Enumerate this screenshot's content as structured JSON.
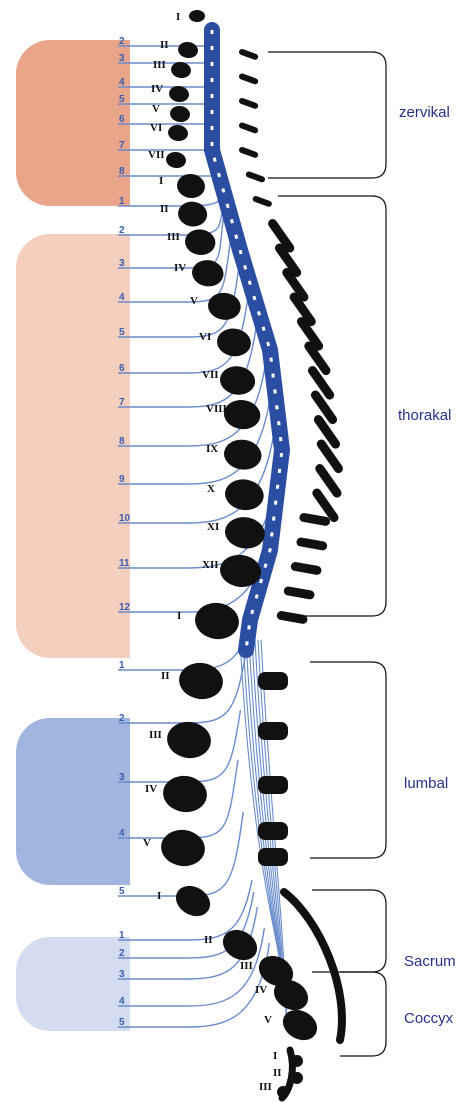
{
  "regions": {
    "cervical": "zervikal",
    "thoracic": "thorakal",
    "lumbar": "lumbal",
    "sacrum": "Sacrum",
    "coccyx": "Coccyx"
  },
  "nerves": {
    "cervical": [
      "2",
      "3",
      "4",
      "5",
      "6",
      "7",
      "8"
    ],
    "thoracic": [
      "1",
      "2",
      "3",
      "4",
      "5",
      "6",
      "7",
      "8",
      "9",
      "10",
      "11",
      "12"
    ],
    "lumbar": [
      "1",
      "2",
      "3",
      "4",
      "5"
    ],
    "sacral": [
      "1",
      "2",
      "3",
      "4",
      "5"
    ]
  },
  "vertebrae": {
    "top": "I",
    "cervical": [
      "II",
      "III",
      "IV",
      "V",
      "VI",
      "VII"
    ],
    "thoracic": [
      "I",
      "II",
      "III",
      "IV",
      "V",
      "VI",
      "VII",
      "VIII",
      "IX",
      "X",
      "XI",
      "XII"
    ],
    "lumbar": [
      "I",
      "II",
      "III",
      "IV",
      "V"
    ],
    "sacral": [
      "I",
      "II",
      "III",
      "IV",
      "V"
    ],
    "coccygeal": [
      "I",
      "II",
      "III"
    ]
  },
  "colors": {
    "cervical_band": "#e8a58a",
    "thoracic_band": "#f5cfbd",
    "lumbar_band": "#a2b5df",
    "sacral_band": "#d3ddef",
    "spinal_cord": "#2b4ea3",
    "nerve": "#6a8ccc",
    "bone": "#111111",
    "label": "#27318b"
  }
}
